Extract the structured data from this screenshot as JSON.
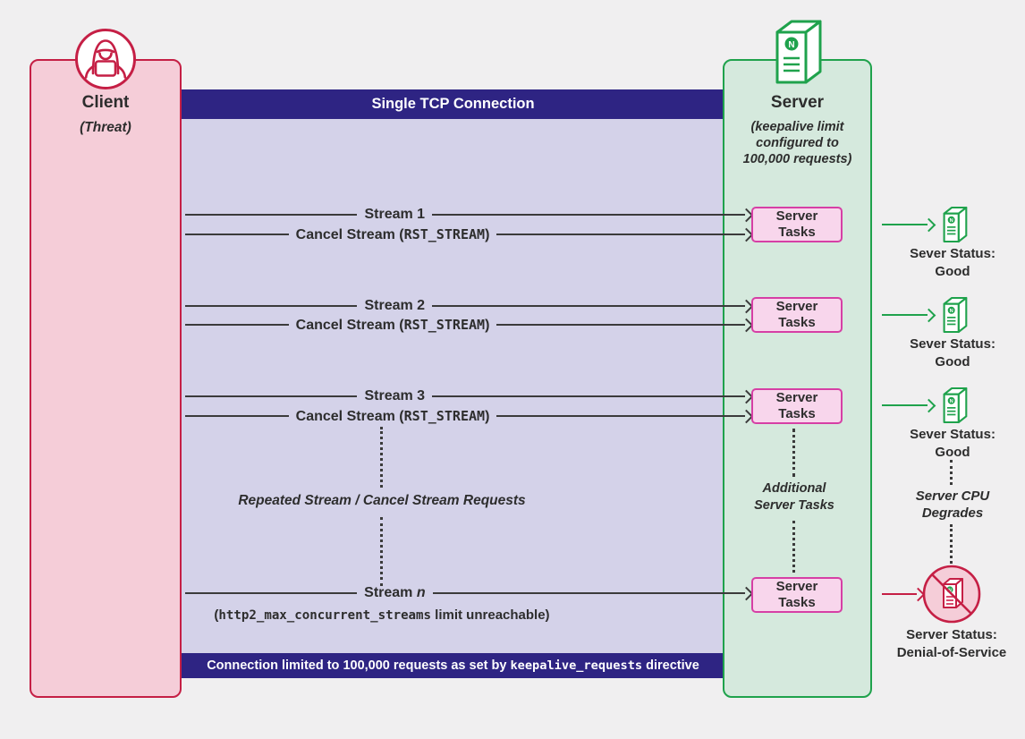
{
  "colors": {
    "background": "#f0eff0",
    "client_fill": "#f5cdd8",
    "client_border": "#c51f45",
    "connection_fill": "#d4d2e9",
    "connection_bar": "#2e2483",
    "server_fill": "#d5e9dd",
    "server_border": "#1fa24c",
    "task_fill": "#f8d6ec",
    "task_border": "#d63fa5",
    "line_dark": "#3b3b3b",
    "arrow_green": "#1fa24c",
    "arrow_red": "#c51f45"
  },
  "client": {
    "title": "Client",
    "subtitle": "(Threat)"
  },
  "connection": {
    "header": "Single TCP Connection",
    "footer": {
      "prefix": "Connection limited to 100,000 requests as set by ",
      "code": "keepalive_requests",
      "suffix": " directive"
    }
  },
  "server": {
    "title": "Server",
    "subtitle_line1": "(keepalive limit",
    "subtitle_line2": "configured to",
    "subtitle_line3": "100,000 requests)",
    "additional_line1": "Additional",
    "additional_line2": "Server Tasks"
  },
  "streams": [
    {
      "label": "Stream 1"
    },
    {
      "label": "Stream 2"
    },
    {
      "label": "Stream 3"
    }
  ],
  "cancel": {
    "prefix": "Cancel Stream (",
    "code": "RST_STREAM",
    "suffix": ")"
  },
  "stream_n": {
    "prefix": "Stream ",
    "n": "n",
    "note_open": "(",
    "note_code": "http2_max_concurrent_streams",
    "note_rest": " limit unreachable)"
  },
  "repeated_note": "Repeated Stream / Cancel Stream Requests",
  "task_box": {
    "line1": "Server",
    "line2": "Tasks"
  },
  "statuses": [
    {
      "line1": "Sever Status:",
      "line2": "Good"
    },
    {
      "line1": "Sever Status:",
      "line2": "Good"
    },
    {
      "line1": "Sever Status:",
      "line2": "Good"
    }
  ],
  "cpu_note": {
    "line1": "Server CPU",
    "line2": "Degrades"
  },
  "dos_status": {
    "line1": "Server Status:",
    "line2": "Denial-of-Service"
  }
}
